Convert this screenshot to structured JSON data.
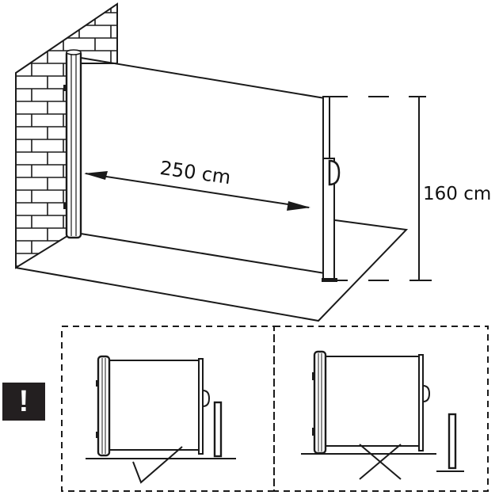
{
  "figure": {
    "type": "product-dimension-diagram",
    "subject": "retractable side awning / privacy screen mounted to brick wall"
  },
  "dimensions": {
    "width_label": "250 cm",
    "height_label": "160 cm"
  },
  "warning": {
    "icon": "exclamation-icon",
    "symbol": "!",
    "background": "#231f20",
    "foreground": "#ffffff"
  },
  "panels": [
    {
      "id": "correct-install",
      "mark": "check-icon",
      "meaning": "screen extended above ground line"
    },
    {
      "id": "incorrect-install",
      "mark": "cross-icon",
      "meaning": "screen too low / not correct"
    }
  ],
  "colors": {
    "line": "#1a1a1a",
    "background": "#ffffff"
  }
}
